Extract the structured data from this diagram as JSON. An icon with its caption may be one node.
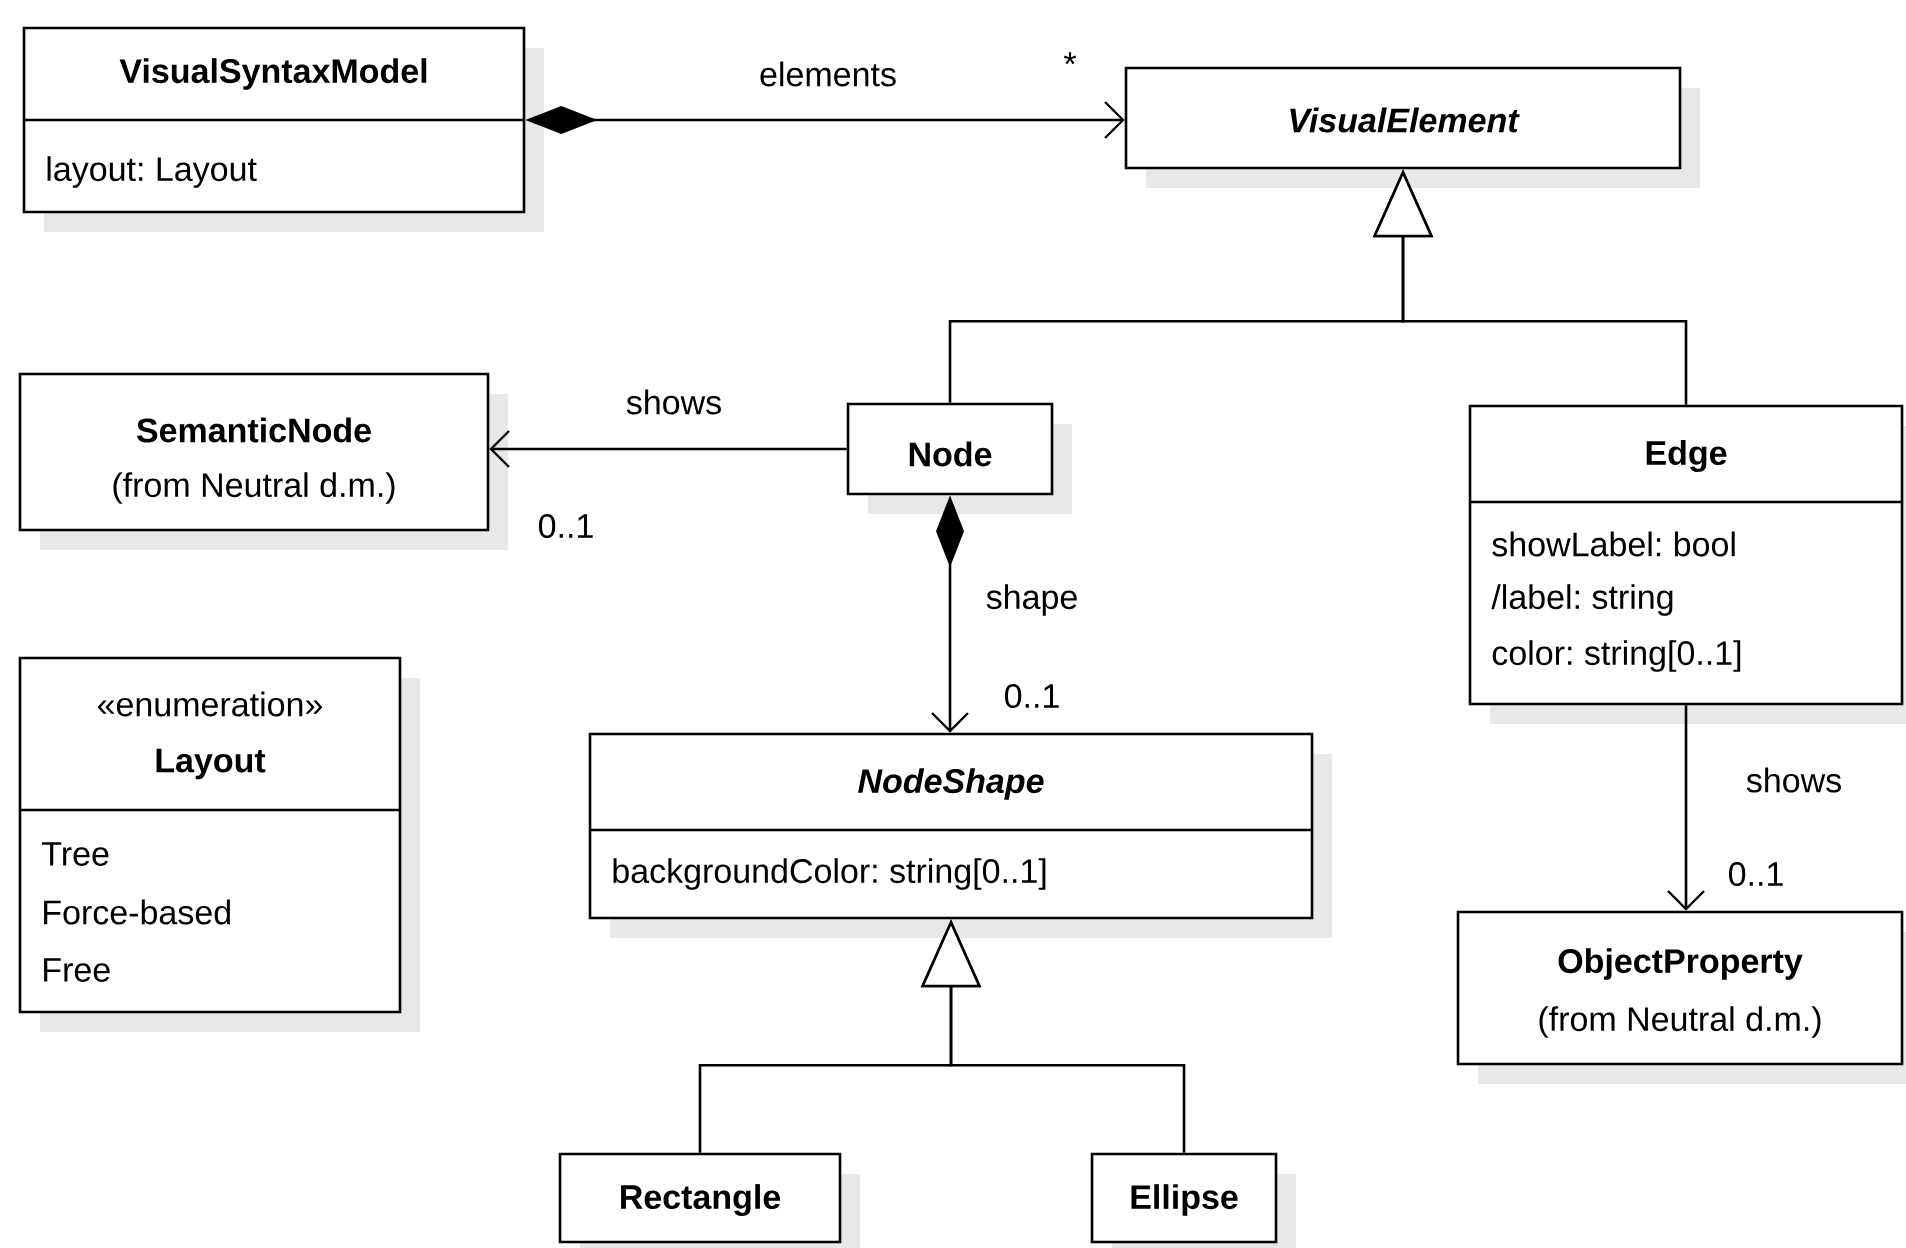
{
  "diagram": {
    "nodes": [
      {
        "text": [
          "VisualSyntaxModel",
          "layout: Layout"
        ]
      },
      {
        "text": [
          "VisualElement"
        ]
      },
      {
        "text": [
          "SemanticNode",
          "(from Neutral d.m.)"
        ]
      },
      {
        "text": [
          "Node"
        ]
      },
      {
        "text": [
          "Edge",
          "showLabel: bool",
          "/label: string",
          "color: string[0..1]"
        ]
      },
      {
        "text": [
          "«enumeration»",
          "Layout",
          "Tree",
          "Force-based",
          "Free"
        ]
      },
      {
        "text": [
          "NodeShape",
          "backgroundColor: string[0..1]"
        ]
      },
      {
        "text": [
          "ObjectProperty",
          "(from Neutral d.m.)"
        ]
      },
      {
        "text": [
          "Rectangle"
        ]
      },
      {
        "text": [
          "Ellipse"
        ]
      }
    ],
    "edges": [
      {
        "from": 0,
        "to": 1,
        "arrow": "to",
        "label": "elements"
      },
      {
        "from": 3,
        "to": 2,
        "arrow": "to",
        "label": "shows"
      },
      {
        "from": 3,
        "to": 6,
        "arrow": "to",
        "label": "shape"
      },
      {
        "from": 4,
        "to": 7,
        "arrow": "to",
        "label": "shows"
      },
      {
        "from": 3,
        "to": 1,
        "arrow": "to"
      },
      {
        "from": 4,
        "to": 1,
        "arrow": "to"
      },
      {
        "from": 8,
        "to": 6,
        "arrow": "to"
      },
      {
        "from": 9,
        "to": 6,
        "arrow": "to"
      }
    ],
    "labels": [
      "*",
      "0..1",
      "0..1",
      "0..1"
    ]
  }
}
